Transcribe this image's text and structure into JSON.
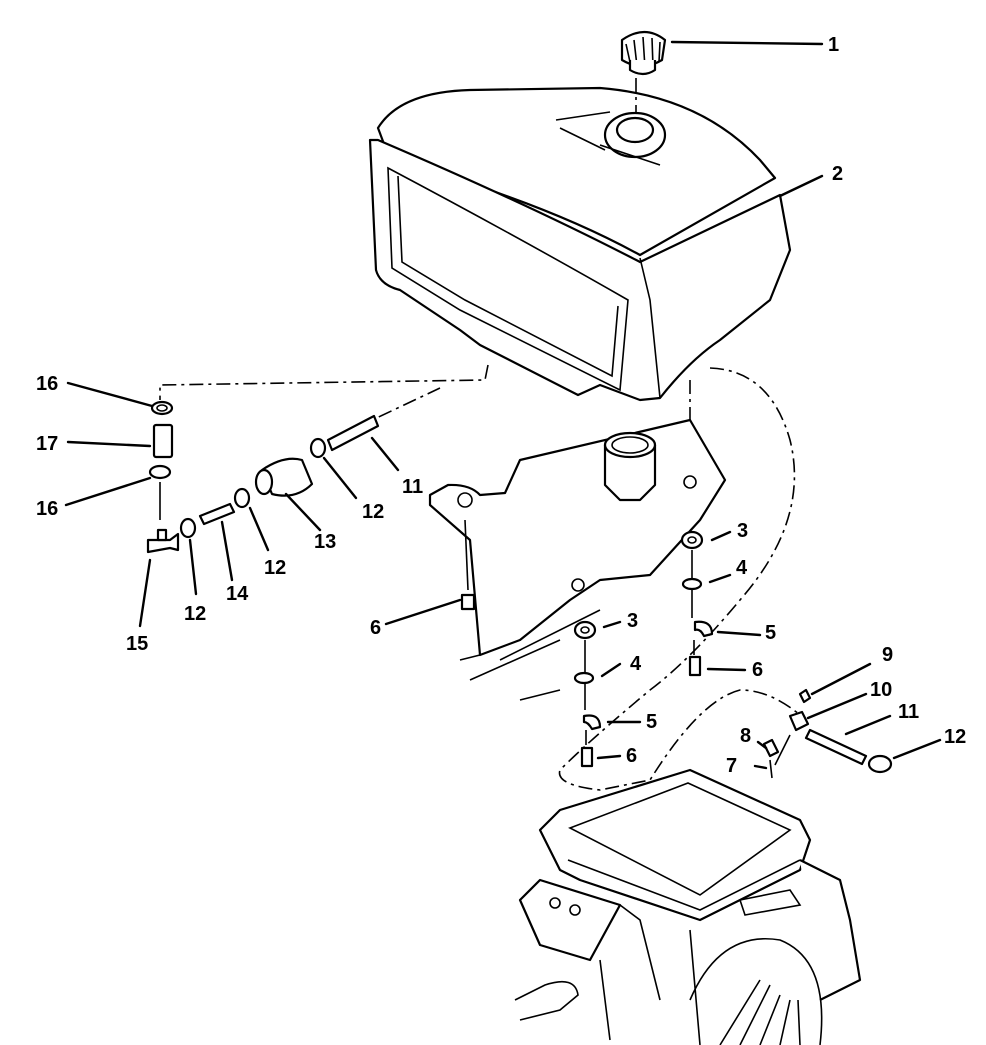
{
  "callouts": [
    {
      "id": "1",
      "label": "1"
    },
    {
      "id": "2",
      "label": "2"
    },
    {
      "id": "3a",
      "label": "3"
    },
    {
      "id": "3b",
      "label": "3"
    },
    {
      "id": "4a",
      "label": "4"
    },
    {
      "id": "4b",
      "label": "4"
    },
    {
      "id": "5a",
      "label": "5"
    },
    {
      "id": "5b",
      "label": "5"
    },
    {
      "id": "6a",
      "label": "6"
    },
    {
      "id": "6b",
      "label": "6"
    },
    {
      "id": "6c",
      "label": "6"
    },
    {
      "id": "7",
      "label": "7"
    },
    {
      "id": "8",
      "label": "8"
    },
    {
      "id": "9",
      "label": "9"
    },
    {
      "id": "10",
      "label": "10"
    },
    {
      "id": "11a",
      "label": "11"
    },
    {
      "id": "11b",
      "label": "11"
    },
    {
      "id": "12a",
      "label": "12"
    },
    {
      "id": "12b",
      "label": "12"
    },
    {
      "id": "12c",
      "label": "12"
    },
    {
      "id": "12d",
      "label": "12"
    },
    {
      "id": "13",
      "label": "13"
    },
    {
      "id": "14",
      "label": "14"
    },
    {
      "id": "15",
      "label": "15"
    },
    {
      "id": "16a",
      "label": "16"
    },
    {
      "id": "16b",
      "label": "16"
    },
    {
      "id": "17",
      "label": "17"
    }
  ]
}
